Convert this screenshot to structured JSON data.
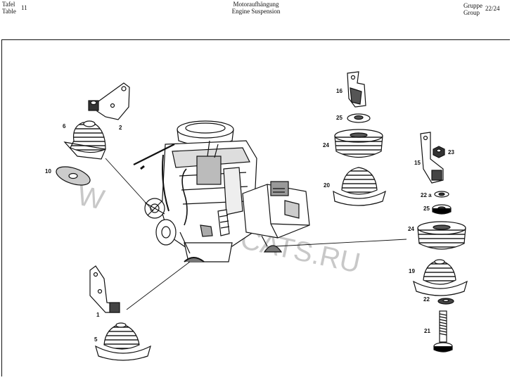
{
  "header": {
    "tafel_label": "Tafel",
    "table_label": "Table",
    "table_number": "11",
    "title_de": "Motoraufhängung",
    "title_en": "Engine Suspension",
    "gruppe_label": "Gruppe",
    "group_label": "Group",
    "group_number": "22/24"
  },
  "parts": [
    {
      "id": "p16",
      "label": "16"
    },
    {
      "id": "p25a",
      "label": "25"
    },
    {
      "id": "p24a",
      "label": "24"
    },
    {
      "id": "p20",
      "label": "20"
    },
    {
      "id": "p2",
      "label": "2"
    },
    {
      "id": "p6",
      "label": "6"
    },
    {
      "id": "p10",
      "label": "10"
    },
    {
      "id": "p15",
      "label": "15"
    },
    {
      "id": "p23",
      "label": "23"
    },
    {
      "id": "p22a",
      "label": "22 a"
    },
    {
      "id": "p25b",
      "label": "25"
    },
    {
      "id": "p24b",
      "label": "24"
    },
    {
      "id": "p19",
      "label": "19"
    },
    {
      "id": "p22",
      "label": "22"
    },
    {
      "id": "p21",
      "label": "21"
    },
    {
      "id": "p1",
      "label": "1"
    },
    {
      "id": "p5",
      "label": "5"
    }
  ],
  "watermark": {
    "left_text": "W",
    "right_text": "CATS.RU",
    "color": "#c8c8c8"
  }
}
